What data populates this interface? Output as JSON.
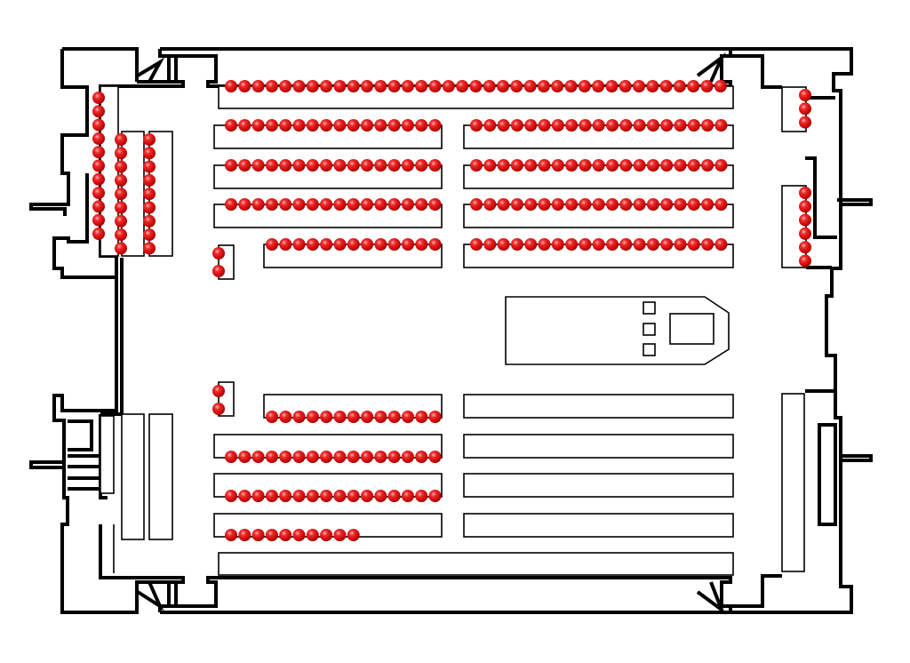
{
  "colors": {
    "ball": "#e01818",
    "ball_highlight": "#ff9a9a",
    "ball_shadow": "#8a0000",
    "wall": "#000000",
    "background": "#ffffff"
  },
  "top_shelf": {
    "ball_count": 37
  },
  "upper_left_shelves": [
    {
      "ball_count": 16
    },
    {
      "ball_count": 16
    },
    {
      "ball_count": 16
    },
    {
      "ball_count": 13
    }
  ],
  "upper_right_shelves": [
    {
      "ball_count": 19
    },
    {
      "ball_count": 19
    },
    {
      "ball_count": 19
    },
    {
      "ball_count": 19
    }
  ],
  "lower_left_shelves": [
    {
      "ball_count": 13
    },
    {
      "ball_count": 16
    },
    {
      "ball_count": 16
    },
    {
      "ball_count": 10
    }
  ],
  "lower_right_shelves": [
    {
      "ball_count": 0
    },
    {
      "ball_count": 0
    },
    {
      "ball_count": 0
    },
    {
      "ball_count": 0
    }
  ],
  "left_columns": [
    {
      "ball_count": 11
    },
    {
      "ball_count": 9
    },
    {
      "ball_count": 9
    }
  ],
  "small_bins": [
    {
      "ball_count": 2
    },
    {
      "ball_count": 2
    }
  ],
  "right_bins": [
    {
      "ball_count": 3
    },
    {
      "ball_count": 6
    }
  ]
}
